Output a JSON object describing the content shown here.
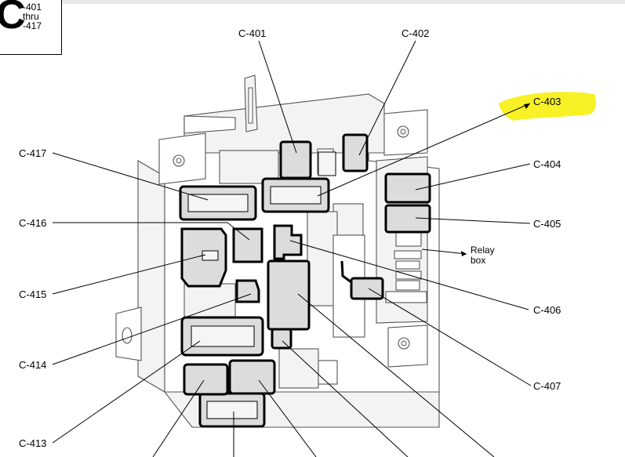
{
  "code_box": {
    "letter": "C",
    "lines": [
      "-401",
      "thru",
      "-417"
    ]
  },
  "labels": {
    "c401": "C-401",
    "c402": "C-402",
    "c403": "C-403",
    "c404": "C-404",
    "c405": "C-405",
    "c406": "C-406",
    "c407": "C-407",
    "c413": "C-413",
    "c414": "C-414",
    "c415": "C-415",
    "c416": "C-416",
    "c417": "C-417",
    "relay_line1": "Relay",
    "relay_line2": "box"
  },
  "colors": {
    "highlight": "#f7f01a",
    "ink": "#000000"
  }
}
